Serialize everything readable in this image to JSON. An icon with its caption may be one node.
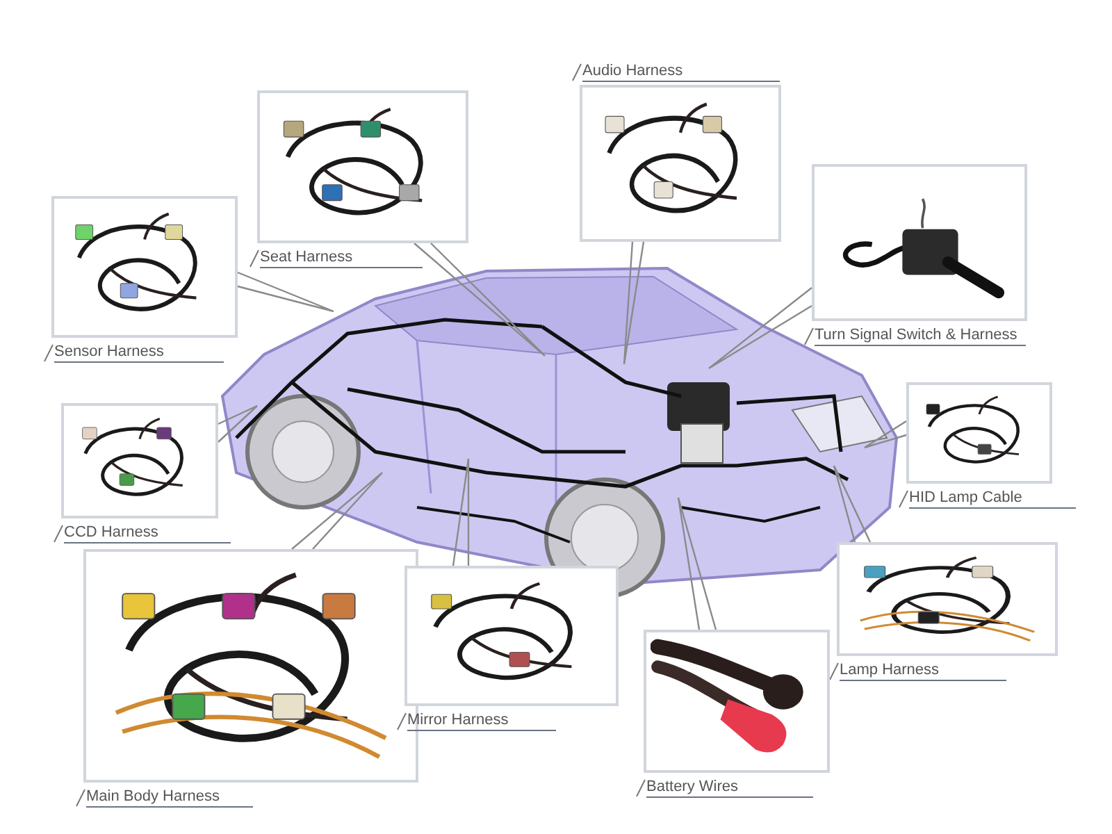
{
  "diagram": {
    "nodes": [
      {
        "text": [
          "Audio Harness"
        ]
      },
      {
        "text": [
          "Seat Harness"
        ]
      },
      {
        "text": [
          "Turn Signal Switch & Harness"
        ]
      },
      {
        "text": [
          "Sensor Harness"
        ]
      },
      {
        "text": [],
        "shape": "picture"
      },
      {
        "text": [
          "HID Lamp Cable"
        ]
      },
      {
        "text": [
          "CCD Harness"
        ]
      },
      {
        "text": [
          "Main Body Harness"
        ]
      },
      {
        "text": [
          "Mirror Harness"
        ]
      },
      {
        "text": [
          "Lamp Harness"
        ]
      },
      {
        "text": [
          "Battery Wires"
        ]
      }
    ],
    "edges": [
      {
        "from": 0,
        "to": 4,
        "arrow": "none"
      },
      {
        "from": 1,
        "to": 4,
        "arrow": "none"
      },
      {
        "from": 2,
        "to": 4,
        "arrow": "none"
      },
      {
        "from": 3,
        "to": 4,
        "arrow": "none"
      },
      {
        "from": 5,
        "to": 4,
        "arrow": "none"
      },
      {
        "from": 6,
        "to": 4,
        "arrow": "none"
      },
      {
        "from": 7,
        "to": 4,
        "arrow": "none"
      },
      {
        "from": 8,
        "to": 4,
        "arrow": "none"
      },
      {
        "from": 9,
        "to": 4,
        "arrow": "none"
      },
      {
        "from": 10,
        "to": 4,
        "arrow": "none"
      }
    ]
  }
}
